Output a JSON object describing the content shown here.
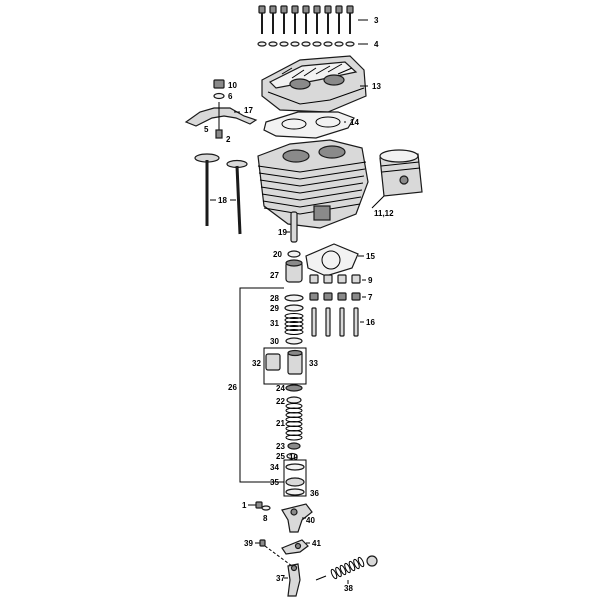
{
  "callouts": {
    "c3": "3",
    "c4": "4",
    "c13": "13",
    "c10": "10",
    "c6": "6",
    "c17": "17",
    "c5": "5",
    "c2": "2",
    "c14": "14",
    "c18": "18",
    "c11_12": "11,12",
    "c19": "19",
    "c20": "20",
    "c15": "15",
    "c27": "27",
    "c9": "9",
    "c28": "28",
    "c7": "7",
    "c29": "29",
    "c31": "31",
    "c16": "16",
    "c30": "30",
    "c32": "32",
    "c33": "33",
    "c26": "26",
    "c24": "24",
    "c22": "22",
    "c21": "21",
    "c23": "23",
    "c25": "25",
    "c34": "34",
    "c35": "35",
    "c36": "36",
    "c1": "1",
    "c8": "8",
    "c40": "40",
    "c39": "39",
    "c41": "41",
    "c37": "37",
    "c38": "38"
  },
  "colors": {
    "line": "#1a1a1a",
    "metal": "#d9d9d9",
    "dark_metal": "#8a8a8a",
    "background": "#ffffff"
  }
}
